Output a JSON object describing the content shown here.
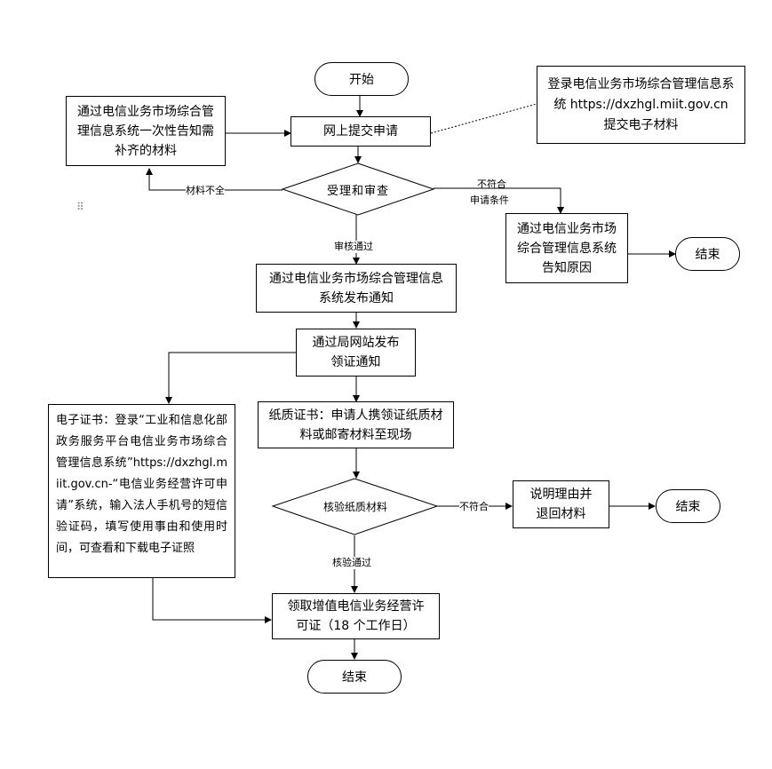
{
  "nodes": {
    "start": "开始",
    "submit": "网上提交申请",
    "login": "登录电信业务市场综合管理信息系统 https://dxzhgl.miit.gov.cn 提交电子材料",
    "supplement": "通过电信业务市场综合管理信息系统一次性告知需补齐的材料",
    "review": "受理和审查",
    "reject_reason": "通过电信业务市场综合管理信息系统告知原因",
    "end1": "结束",
    "publish_notice": "通过电信业务市场综合管理信息系统发布通知",
    "bureau_notice": "通过局网站发布领证通知",
    "e_cert": "电子证书：登录“工业和信息化部政务服务平台电信业务市场综合管理信息系统”https://dxzhgl.miit.gov.cn-“电信业务经营许可申请”系统，输入法人手机号的短信验证码，填写使用事由和使用时间，可查看和下载电子证照",
    "paper_cert": "纸质证书：申请人携领证纸质材料或邮寄材料至现场",
    "verify": "核验纸质材料",
    "return_materials": "说明理由并退回材料",
    "end2": "结束",
    "collect": "领取增值电信业务经营许可证（18 个工作日）",
    "end3": "结束"
  },
  "labels": {
    "incomplete": "材料不全",
    "not_meet_1": "不符合",
    "not_meet_2": "申请条件",
    "approved": "审核通过",
    "not_meet_verify": "不符合",
    "verified": "核验通过"
  }
}
